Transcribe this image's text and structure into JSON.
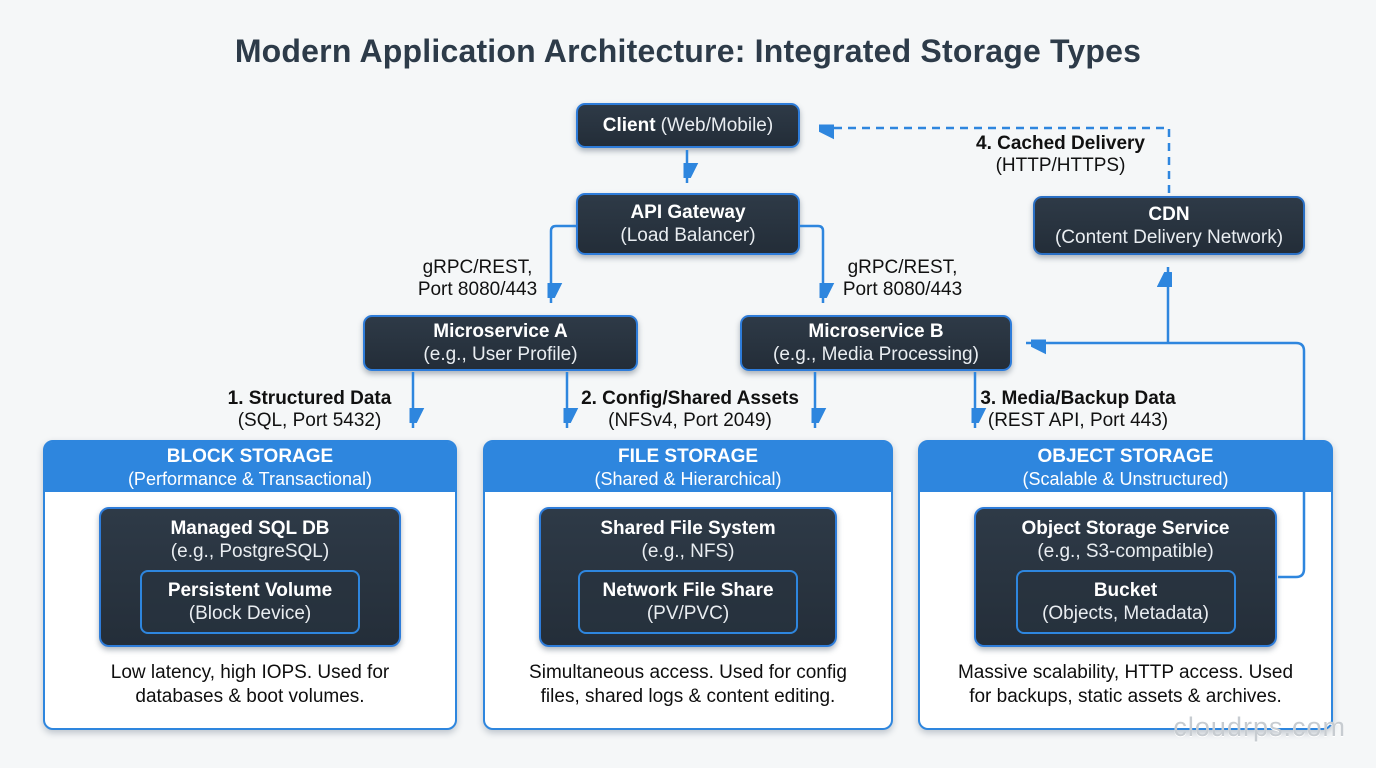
{
  "title": "Modern Application Architecture: Integrated Storage Types",
  "colors": {
    "accent_blue": "#2e86de",
    "node_fill": "#27323e",
    "node_border": "#2e7cd9",
    "header_bg": "#2e86de",
    "label_text": "#111111",
    "watermark_gray": "#c7ccd1"
  },
  "nodes": {
    "client": {
      "title": "Client",
      "subtitle": "(Web/Mobile)"
    },
    "api_gateway": {
      "title": "API Gateway",
      "subtitle": "(Load Balancer)"
    },
    "cdn": {
      "title": "CDN",
      "subtitle": "(Content Delivery Network)"
    },
    "microservice_a": {
      "title": "Microservice A",
      "subtitle": "(e.g., User Profile)"
    },
    "microservice_b": {
      "title": "Microservice B",
      "subtitle": "(e.g., Media Processing)"
    }
  },
  "edge_labels": {
    "grpc_left": {
      "line1": "gRPC/REST,",
      "line2": "Port 8080/443"
    },
    "grpc_right": {
      "line1": "gRPC/REST,",
      "line2": "Port 8080/443"
    },
    "structured": {
      "line1": "1. Structured Data",
      "line2": "(SQL, Port 5432)"
    },
    "config": {
      "line1": "2. Config/Shared Assets",
      "line2": "(NFSv4, Port 2049)"
    },
    "media": {
      "line1": "3. Media/Backup Data",
      "line2": "(REST API, Port 443)"
    },
    "cached": {
      "line1": "4. Cached Delivery",
      "line2": "(HTTP/HTTPS)"
    }
  },
  "storage_columns": [
    {
      "header_title": "BLOCK STORAGE",
      "header_subtitle": "(Performance & Transactional)",
      "card_title": "Managed SQL DB",
      "card_subtitle": "(e.g., PostgreSQL)",
      "inner_title": "Persistent Volume",
      "inner_subtitle": "(Block Device)",
      "caption_line1": "Low latency, high IOPS. Used for",
      "caption_line2": "databases & boot volumes."
    },
    {
      "header_title": "FILE STORAGE",
      "header_subtitle": "(Shared & Hierarchical)",
      "card_title": "Shared File System",
      "card_subtitle": "(e.g., NFS)",
      "inner_title": "Network File Share",
      "inner_subtitle": "(PV/PVC)",
      "caption_line1": "Simultaneous access. Used for config",
      "caption_line2": "files, shared logs & content editing."
    },
    {
      "header_title": "OBJECT STORAGE",
      "header_subtitle": "(Scalable & Unstructured)",
      "card_title": "Object Storage Service",
      "card_subtitle": "(e.g., S3-compatible)",
      "inner_title": "Bucket",
      "inner_subtitle": "(Objects, Metadata)",
      "caption_line1": "Massive scalability, HTTP access. Used",
      "caption_line2": "for backups, static assets & archives."
    }
  ],
  "watermark": "cloudrps.com"
}
